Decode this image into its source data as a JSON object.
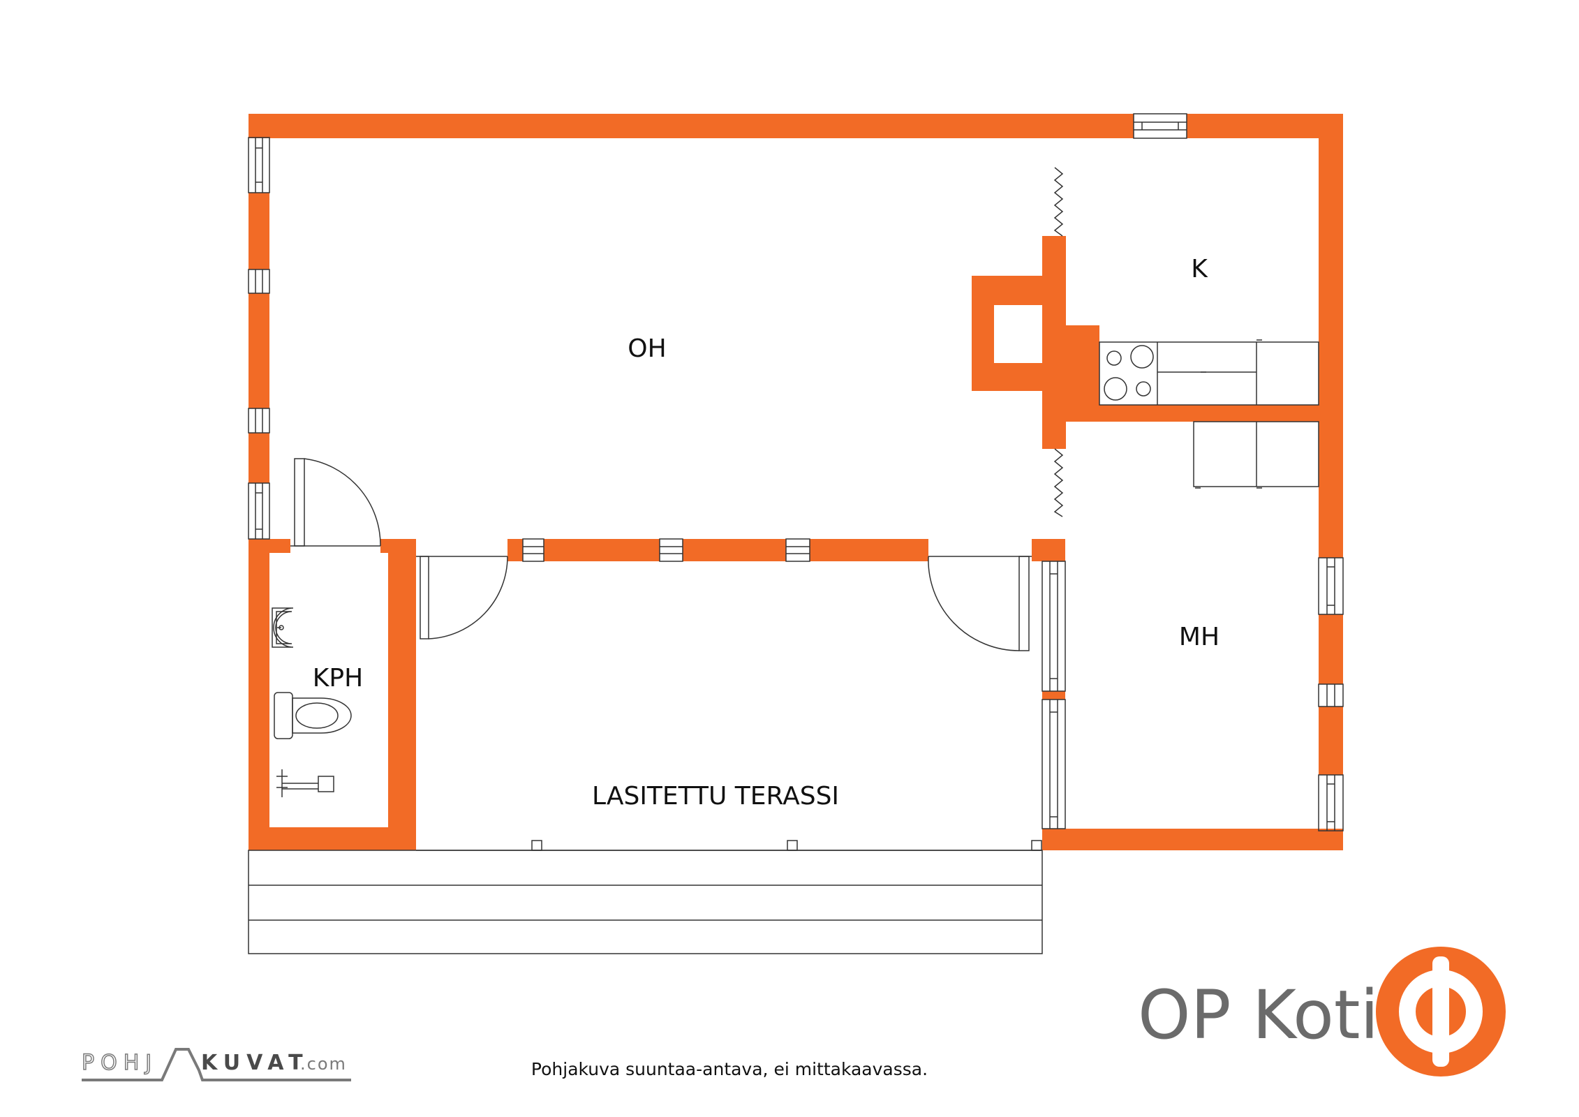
{
  "colors": {
    "wall": "#f26b26",
    "line": "#333333",
    "brand_gray": "#6b6b6b",
    "watermark_gray": "#7a7a7a"
  },
  "rooms": {
    "living": "OH",
    "kitchen": "K",
    "bedroom": "MH",
    "bathroom": "KPH",
    "terrace": "LASITETTU TERASSI"
  },
  "brand": {
    "name": "OP Koti",
    "logo_icon": "op-logo-icon"
  },
  "caption": "Pohjakuva suuntaa-antava, ei mittakaavassa.",
  "watermark": {
    "part1": "POHJ",
    "part2": "KUVAT",
    "suffix": ".com"
  }
}
